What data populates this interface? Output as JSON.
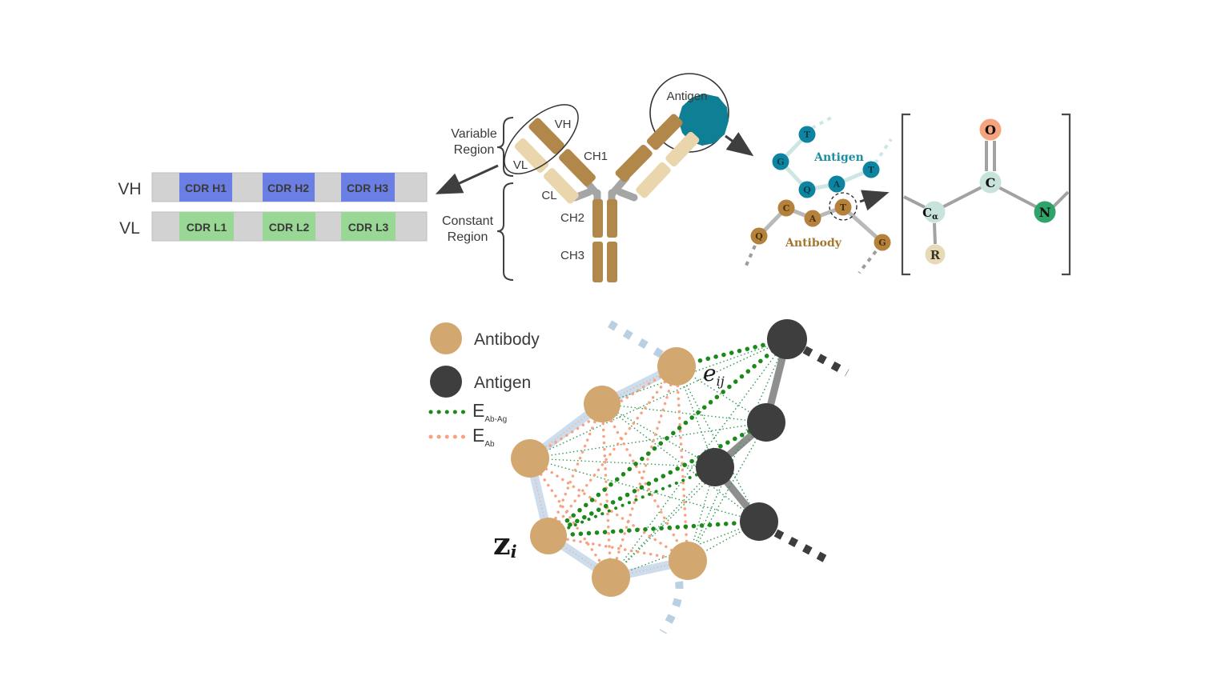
{
  "figure_type": "antibody-antigen graph representation diagram",
  "cdr_panel": {
    "rows": [
      {
        "chain": "VH",
        "cdrs": [
          "CDR H1",
          "CDR H2",
          "CDR H3"
        ]
      },
      {
        "chain": "VL",
        "cdrs": [
          "CDR L1",
          "CDR L2",
          "CDR L3"
        ]
      }
    ]
  },
  "antibody_diagram": {
    "variable_region": [
      "Variable",
      "Region"
    ],
    "constant_region": [
      "Constant",
      "Region"
    ],
    "domains": {
      "vh": "VH",
      "vl": "VL",
      "ch1": "CH1",
      "cl": "CL",
      "ch2": "CH2",
      "ch3": "CH3"
    },
    "antigen_label": "Antigen"
  },
  "residue_graph": {
    "antigen_label": "Antigen",
    "antigen_residues": [
      "T",
      "G",
      "Q",
      "A",
      "T"
    ],
    "antibody_label": "Antibody",
    "antibody_residues": [
      "Q",
      "C",
      "A",
      "T",
      "G"
    ]
  },
  "peptide_unit": {
    "atoms": {
      "oxygen": "O",
      "carbonyl_carbon": "C",
      "alpha_carbon": "C",
      "alpha_sub": "α",
      "nitrogen": "N",
      "side_chain": "R"
    }
  },
  "interaction_graph": {
    "legend": {
      "antibody": "Antibody",
      "antigen": "Antigen",
      "e_ab_ag_base": "E",
      "e_ab_ag_sub": "Ab-Ag",
      "e_ab_base": "E",
      "e_ab_sub": "Ab"
    },
    "edge_label_base": "e",
    "edge_label_sub": "ij",
    "node_label_base": "z",
    "node_label_sub": "i",
    "antibody_node_count": 6,
    "antigen_node_count": 4
  },
  "colors": {
    "cdr_h_blue": "#6b7ee3",
    "cdr_l_green": "#98d794",
    "chain_bar_gray": "#d2d2d2",
    "heavy_chain_brown": "#b1884a",
    "light_chain_tan": "#e9d6ac",
    "hinge_gray": "#a5a5a5",
    "antigen_teal": "#0f7f95",
    "antibody_node_tan": "#d3a870",
    "antigen_node_dark": "#3e3e3e",
    "antibody_backbone_blue": "#ccdded",
    "antigen_backbone_gray": "#8f8f8f",
    "edge_ab_ag_green": "#1b8a1b",
    "edge_ab_orange": "#f7a281",
    "atom_oxygen": "#f6a47d",
    "atom_carbon": "#c7e3dc",
    "atom_nitrogen": "#2fa36a",
    "atom_side_chain": "#e7dab6"
  }
}
